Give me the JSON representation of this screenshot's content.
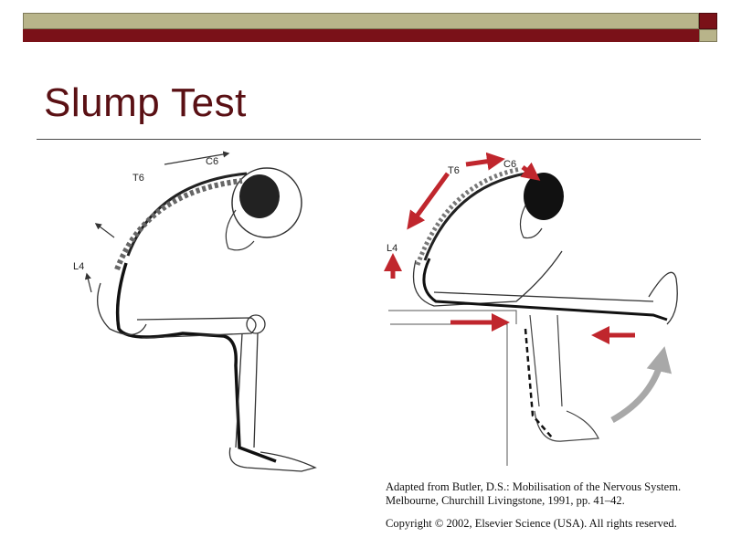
{
  "slide": {
    "title": "Slump Test"
  },
  "figure_left": {
    "labels": {
      "c6": "C6",
      "t6": "T6",
      "l4": "L4"
    }
  },
  "figure_right": {
    "labels": {
      "c6": "C6",
      "t6": "T6",
      "l4": "L4"
    }
  },
  "caption": {
    "line1": "Adapted from Butler, D.S.: Mobilisation of the Nervous System.",
    "line2": "Melbourne, Churchill Livingstone, 1991, pp. 41–42.",
    "line3": "Copyright © 2002, Elsevier Science (USA). All rights reserved."
  },
  "colors": {
    "olive_bar": "#b8b48a",
    "maroon_bar": "#7a1118",
    "title_text": "#5a1014",
    "arrow_red": "#c0262d",
    "arrow_gray": "#a8a8a8"
  }
}
